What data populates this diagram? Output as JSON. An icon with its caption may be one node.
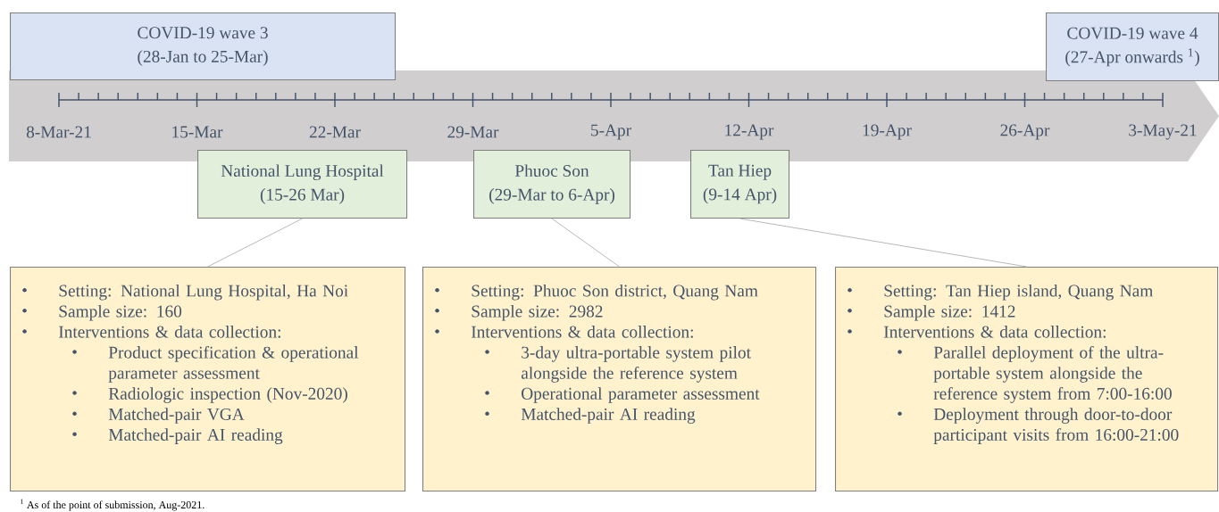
{
  "diagram": {
    "nodes": [
      {
        "text": [
          "COVID-19 wave 3",
          "(28-Jan to 25-Mar)"
        ]
      },
      {
        "text": [
          "COVID-19 wave 4",
          "(27-Apr onwards $^{1}$)"
        ]
      },
      {
        "text": [
          "National Lung Hospital",
          "(15-26 Mar)"
        ]
      },
      {
        "text": [
          "Phuoc Son",
          "(29-Mar to 6-Apr)"
        ]
      },
      {
        "text": [
          "Tan Hiep",
          "(9-14 Apr)"
        ]
      },
      {
        "text": [
          "Setting: National Lung Hospital, Ha Noi",
          "Sample size: 160",
          "Interventions & data collection:",
          "Product specification & operational parameter assessment",
          "Radiologic inspection (Nov-2020)",
          "Matched-pair VGA",
          "Matched-pair AI reading"
        ]
      },
      {
        "text": [
          "Setting: Phuoc Son district, Quang Nam",
          "Sample size: 2982",
          "Interventions & data collection:",
          "3-day ultra-portable system pilot alongside the reference system",
          "Operational parameter assessment",
          "Matched-pair AI reading"
        ]
      },
      {
        "text": [
          "Setting: Tan Hiep island, Quang Nam",
          "Sample size: 1412",
          "Interventions & data collection:",
          "Parallel deployment of the ultra-portable system alongside the reference system from 7:00-16:00",
          "Deployment through door-to-door participant visits from 16:00-21:00"
        ]
      }
    ],
    "edges": [
      {
        "from": 2,
        "to": 5,
        "arrow": "none"
      },
      {
        "from": 3,
        "to": 6,
        "arrow": "none"
      },
      {
        "from": 4,
        "to": 7,
        "arrow": "none"
      }
    ],
    "labels": [
      "8-Mar-21",
      "15-Mar",
      "22-Mar",
      "29-Mar",
      "5-Apr",
      "12-Apr",
      "19-Apr",
      "26-Apr",
      "3-May-21",
      "$^{1}$ As of the point of submission, Aug-2021."
    ]
  }
}
